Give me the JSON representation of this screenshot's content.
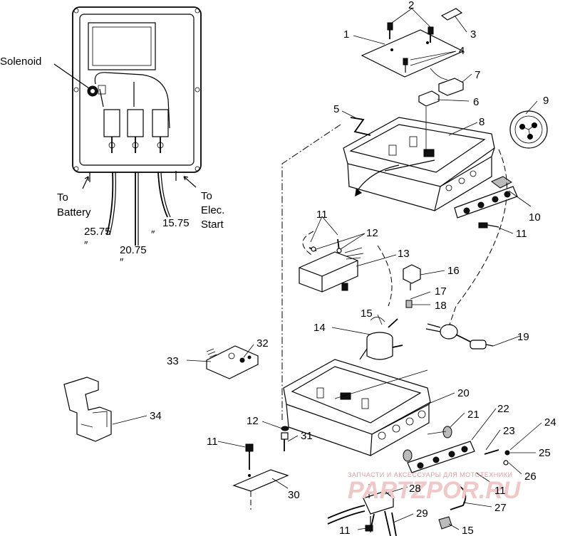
{
  "inset": {
    "solenoid": "Solenoid",
    "to_battery_1": "To",
    "to_battery_2": "Battery",
    "to_elec_1": "To",
    "to_elec_2": "Elec.",
    "to_elec_3": "Start",
    "len_a": "25.75",
    "len_b": "20.75",
    "len_c": "15.75",
    "inch": "″"
  },
  "callouts": {
    "c1": "1",
    "c2": "2",
    "c3": "3",
    "c4": "4",
    "c5": "5",
    "c6": "6",
    "c7": "7",
    "c8": "8",
    "c9": "9",
    "c10": "10",
    "c11": "11",
    "c12": "12",
    "c13": "13",
    "c14": "14",
    "c15": "15",
    "c16": "16",
    "c17": "17",
    "c18": "18",
    "c19": "19",
    "c20": "20",
    "c21": "21",
    "c22": "22",
    "c23": "23",
    "c24": "24",
    "c25": "25",
    "c26": "26",
    "c27": "27",
    "c28": "28",
    "c29": "29",
    "c30": "30",
    "c31": "31",
    "c32": "32",
    "c33": "33",
    "c34": "34"
  },
  "watermark": {
    "small": "ЗАПЧАСТИ И АКСЕССУАРЫ ДЛЯ МОТОТЕХНИКИ",
    "big": "PARTZPOR.RU"
  }
}
